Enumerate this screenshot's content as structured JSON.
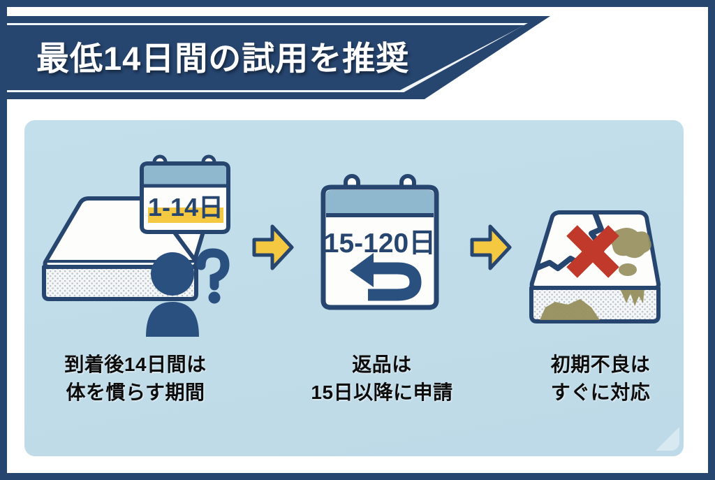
{
  "header": {
    "title": "最低14日間の試用を推奨"
  },
  "colors": {
    "navy": "#26456f",
    "panel_blue": "#c2dee b",
    "yellow": "#f5c842",
    "red": "#c0392b",
    "stain": "#968f5e",
    "white": "#ffffff",
    "text_black": "#0d0d0d"
  },
  "steps": [
    {
      "id": "step-trial-period",
      "icon": "calendar-speech-bubble-icon",
      "calendar_label": "1-14日",
      "caption_line1": "到着後14日間は",
      "caption_line2": "体を慣らす期間"
    },
    {
      "id": "step-return-window",
      "icon": "calendar-return-arrow-icon",
      "calendar_label": "15-120日",
      "caption_line1": "返品は",
      "caption_line2": "15日以降に申請"
    },
    {
      "id": "step-defect-response",
      "icon": "damaged-mattress-icon",
      "calendar_label": "",
      "caption_line1": "初期不良は",
      "caption_line2": "すぐに対応"
    }
  ],
  "arrows": [
    {
      "id": "arrow-1",
      "icon": "arrow-right-icon"
    },
    {
      "id": "arrow-2",
      "icon": "arrow-right-icon"
    }
  ]
}
